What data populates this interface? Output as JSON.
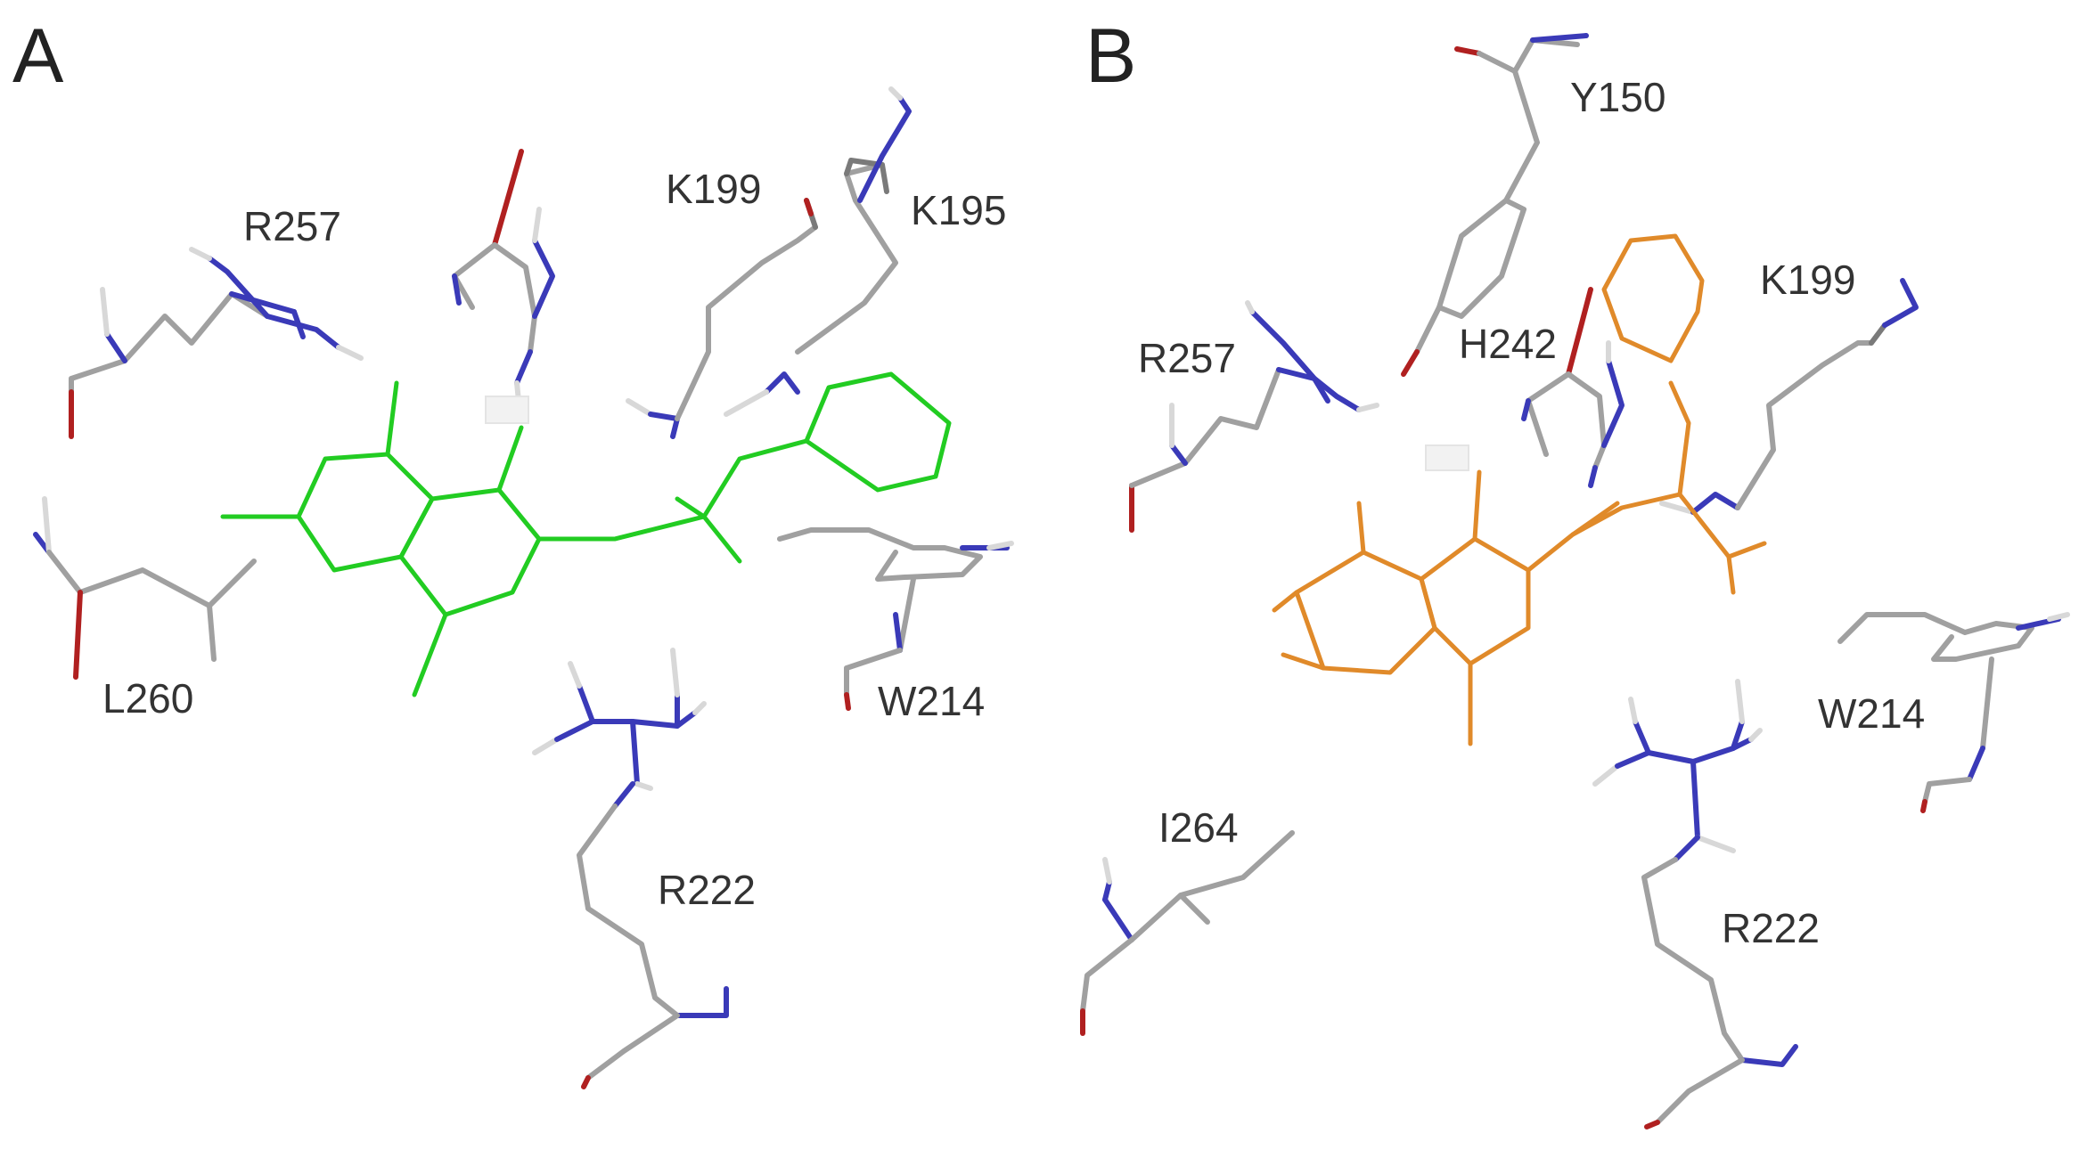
{
  "panels": [
    {
      "label": "A",
      "ligand_color": "#22cc22",
      "residues": [
        "R257",
        "K199",
        "K195",
        "L260",
        "W214",
        "R222"
      ]
    },
    {
      "label": "B",
      "ligand_color": "#e08a2a",
      "residues": [
        "Y150",
        "K199",
        "R257",
        "H242",
        "W214",
        "I264",
        "R222"
      ]
    }
  ],
  "atom_colors": {
    "carbon": "#a0a0a0",
    "nitrogen": "#3a3ab8",
    "oxygen": "#b02020",
    "hydrogen": "#d8d8d8"
  }
}
